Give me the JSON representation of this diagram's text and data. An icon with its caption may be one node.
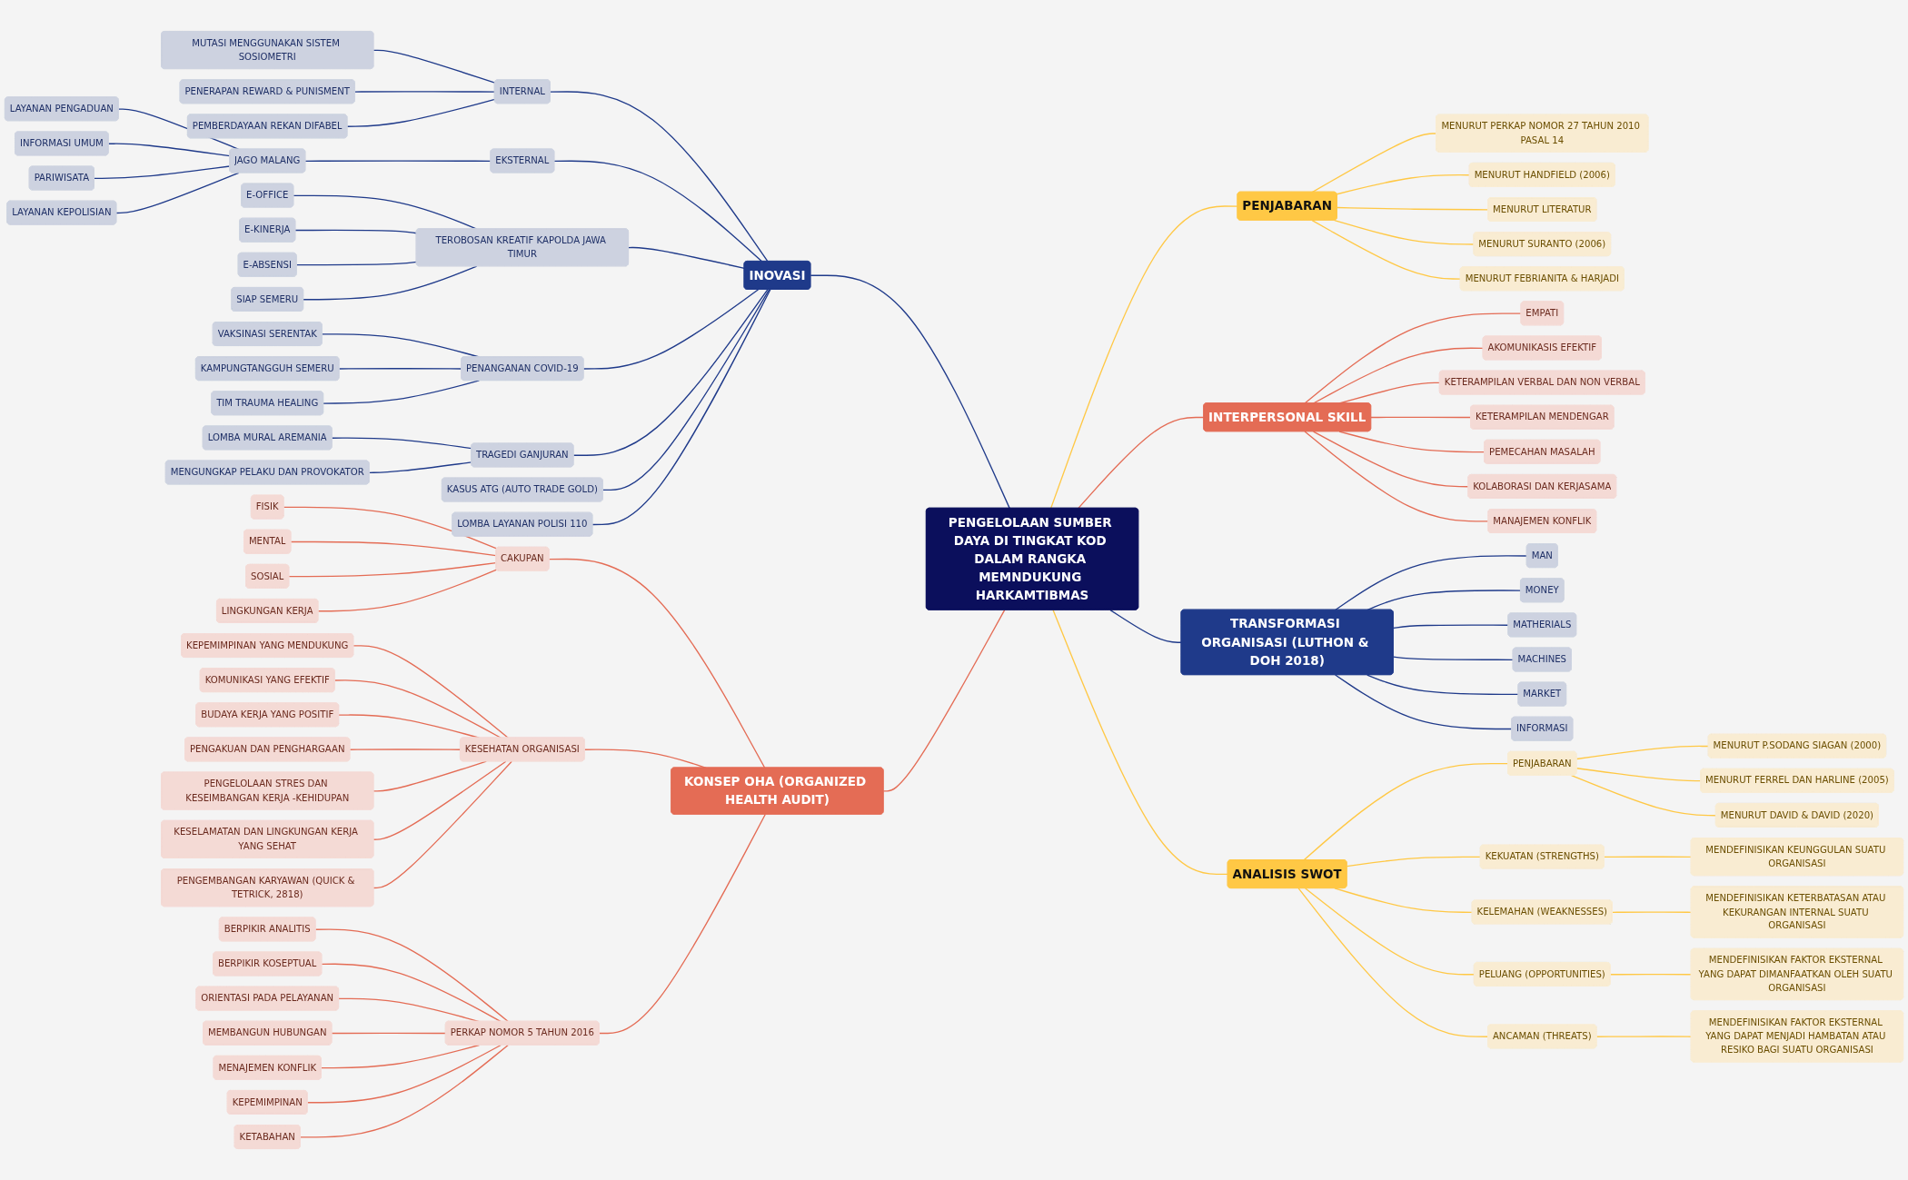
{
  "diagram": {
    "nodes": [
      {
        "text": [
          "PENGELOLAAN SUMBER DAYA DI TINGKAT KOD DALAM RANGKA MEMNDUKUNG HARKAMTIBMAS"
        ]
      },
      {
        "text": [
          "INOVASI"
        ]
      },
      {
        "text": [
          "INTERNAL"
        ]
      },
      {
        "text": [
          "MUTASI MENGGUNAKAN SISTEM SOSIOMETRI"
        ]
      },
      {
        "text": [
          "PENERAPAN REWARD & PUNISMENT"
        ]
      },
      {
        "text": [
          "PEMBERDAYAAN REKAN DIFABEL"
        ]
      },
      {
        "text": [
          "EKSTERNAL"
        ]
      },
      {
        "text": [
          "JAGO MALANG"
        ]
      },
      {
        "text": [
          "LAYANAN PENGADUAN"
        ]
      },
      {
        "text": [
          "INFORMASI UMUM"
        ]
      },
      {
        "text": [
          "PARIWISATA"
        ]
      },
      {
        "text": [
          "LAYANAN KEPOLISIAN"
        ]
      },
      {
        "text": [
          "TEROBOSAN KREATIF KAPOLDA JAWA TIMUR"
        ]
      },
      {
        "text": [
          "E-OFFICE"
        ]
      },
      {
        "text": [
          "E-KINERJA"
        ]
      },
      {
        "text": [
          "E-ABSENSI"
        ]
      },
      {
        "text": [
          "SIAP SEMERU"
        ]
      },
      {
        "text": [
          "PENANGANAN COVID-19"
        ]
      },
      {
        "text": [
          "VAKSINASI SERENTAK"
        ]
      },
      {
        "text": [
          "KAMPUNGTANGGUH SEMERU"
        ]
      },
      {
        "text": [
          "TIM TRAUMA HEALING"
        ]
      },
      {
        "text": [
          "TRAGEDI GANJURAN"
        ]
      },
      {
        "text": [
          "LOMBA MURAL AREMANIA"
        ]
      },
      {
        "text": [
          "MENGUNGKAP PELAKU DAN PROVOKATOR"
        ]
      },
      {
        "text": [
          "KASUS ATG (AUTO TRADE GOLD)"
        ]
      },
      {
        "text": [
          "LOMBA LAYANAN POLISI 110"
        ]
      },
      {
        "text": [
          "KONSEP OHA (ORGANIZED HEALTH AUDIT)"
        ]
      },
      {
        "text": [
          "CAKUPAN"
        ]
      },
      {
        "text": [
          "FISIK"
        ]
      },
      {
        "text": [
          "MENTAL"
        ]
      },
      {
        "text": [
          "SOSIAL"
        ]
      },
      {
        "text": [
          "LINGKUNGAN KERJA"
        ]
      },
      {
        "text": [
          "KESEHATAN ORGANISASI"
        ]
      },
      {
        "text": [
          "KEPEMIMPINAN YANG MENDUKUNG"
        ]
      },
      {
        "text": [
          "KOMUNIKASI YANG EFEKTIF"
        ]
      },
      {
        "text": [
          "BUDAYA KERJA YANG POSITIF"
        ]
      },
      {
        "text": [
          "PENGAKUAN DAN PENGHARGAAN"
        ]
      },
      {
        "text": [
          "PENGELOLAAN STRES DAN KESEIMBANGAN KERJA -KEHIDUPAN"
        ]
      },
      {
        "text": [
          "KESELAMATAN DAN LINGKUNGAN KERJA YANG SEHAT"
        ]
      },
      {
        "text": [
          "PENGEMBANGAN KARYAWAN (QUICK & TETRICK, 2818)"
        ]
      },
      {
        "text": [
          "PERKAP NOMOR 5 TAHUN 2016"
        ]
      },
      {
        "text": [
          "BERPIKIR ANALITIS"
        ]
      },
      {
        "text": [
          "BERPIKIR KOSEPTUAL"
        ]
      },
      {
        "text": [
          "ORIENTASI PADA PELAYANAN"
        ]
      },
      {
        "text": [
          "MEMBANGUN HUBUNGAN"
        ]
      },
      {
        "text": [
          "MENAJEMEN KONFLIK"
        ]
      },
      {
        "text": [
          "KEPEMIMPINAN"
        ]
      },
      {
        "text": [
          "KETABAHAN"
        ]
      },
      {
        "text": [
          "PENJABARAN"
        ]
      },
      {
        "text": [
          "MENURUT PERKAP NOMOR 27 TAHUN 2010 PASAL 14"
        ]
      },
      {
        "text": [
          "MENURUT HANDFIELD (2006)"
        ]
      },
      {
        "text": [
          "MENURUT LITERATUR"
        ]
      },
      {
        "text": [
          "MENURUT SURANTO (2006)"
        ]
      },
      {
        "text": [
          "MENURUT FEBRIANITA & HARJADI"
        ]
      },
      {
        "text": [
          "INTERPERSONAL SKILL"
        ]
      },
      {
        "text": [
          "EMPATI"
        ]
      },
      {
        "text": [
          "AKOMUNIKASIS EFEKTIF"
        ]
      },
      {
        "text": [
          "KETERAMPILAN VERBAL DAN NON VERBAL"
        ]
      },
      {
        "text": [
          "KETERAMPILAN MENDENGAR"
        ]
      },
      {
        "text": [
          "PEMECAHAN MASALAH"
        ]
      },
      {
        "text": [
          "KOLABORASI DAN KERJASAMA"
        ]
      },
      {
        "text": [
          "MANAJEMEN KONFLIK"
        ]
      },
      {
        "text": [
          "TRANSFORMASI ORGANISASI (LUTHON & DOH 2018)"
        ]
      },
      {
        "text": [
          "MAN"
        ]
      },
      {
        "text": [
          "MONEY"
        ]
      },
      {
        "text": [
          "MATHERIALS"
        ]
      },
      {
        "text": [
          "MACHINES"
        ]
      },
      {
        "text": [
          "MARKET"
        ]
      },
      {
        "text": [
          "INFORMASI"
        ]
      },
      {
        "text": [
          "ANALISIS SWOT"
        ]
      },
      {
        "text": [
          "PENJABARAN"
        ]
      },
      {
        "text": [
          "MENURUT P.SODANG SIAGAN (2000)"
        ]
      },
      {
        "text": [
          "MENURUT FERREL DAN HARLINE (2005)"
        ]
      },
      {
        "text": [
          "MENURUT DAVID & DAVID (2020)"
        ]
      },
      {
        "text": [
          "KEKUATAN (STRENGTHS)"
        ]
      },
      {
        "text": [
          "MENDEFINISIKAN KEUNGGULAN SUATU ORGANISASI"
        ]
      },
      {
        "text": [
          "KELEMAHAN (WEAKNESSES)"
        ]
      },
      {
        "text": [
          "MENDEFINISIKAN KETERBATASAN ATAU KEKURANGAN INTERNAL SUATU ORGANISASI"
        ]
      },
      {
        "text": [
          "PELUANG (OPPORTUNITIES)"
        ]
      },
      {
        "text": [
          "MENDEFINISIKAN FAKTOR EKSTERNAL YANG DAPAT DIMANFAATKAN OLEH SUATU ORGANISASI"
        ]
      },
      {
        "text": [
          "ANCAMAN (THREATS)"
        ]
      },
      {
        "text": [
          "MENDEFINISIKAN FAKTOR EKSTERNAL YANG DAPAT MENJADI HAMBATAN ATAU RESIKO BAGI SUATU ORGANISASI"
        ]
      }
    ],
    "edges": [
      {
        "from": 0,
        "to": 1,
        "arrow": "none"
      },
      {
        "from": 1,
        "to": 2,
        "arrow": "none"
      },
      {
        "from": 2,
        "to": 3,
        "arrow": "none"
      },
      {
        "from": 2,
        "to": 4,
        "arrow": "none"
      },
      {
        "from": 2,
        "to": 5,
        "arrow": "none"
      },
      {
        "from": 1,
        "to": 6,
        "arrow": "none"
      },
      {
        "from": 6,
        "to": 7,
        "arrow": "none"
      },
      {
        "from": 7,
        "to": 8,
        "arrow": "none"
      },
      {
        "from": 7,
        "to": 9,
        "arrow": "none"
      },
      {
        "from": 7,
        "to": 10,
        "arrow": "none"
      },
      {
        "from": 7,
        "to": 11,
        "arrow": "none"
      },
      {
        "from": 1,
        "to": 12,
        "arrow": "none"
      },
      {
        "from": 12,
        "to": 13,
        "arrow": "none"
      },
      {
        "from": 12,
        "to": 14,
        "arrow": "none"
      },
      {
        "from": 12,
        "to": 15,
        "arrow": "none"
      },
      {
        "from": 12,
        "to": 16,
        "arrow": "none"
      },
      {
        "from": 1,
        "to": 17,
        "arrow": "none"
      },
      {
        "from": 17,
        "to": 18,
        "arrow": "none"
      },
      {
        "from": 17,
        "to": 19,
        "arrow": "none"
      },
      {
        "from": 17,
        "to": 20,
        "arrow": "none"
      },
      {
        "from": 1,
        "to": 21,
        "arrow": "none"
      },
      {
        "from": 21,
        "to": 22,
        "arrow": "none"
      },
      {
        "from": 21,
        "to": 23,
        "arrow": "none"
      },
      {
        "from": 1,
        "to": 24,
        "arrow": "none"
      },
      {
        "from": 1,
        "to": 25,
        "arrow": "none"
      },
      {
        "from": 0,
        "to": 26,
        "arrow": "none",
        "color": "#e46c55"
      },
      {
        "from": 26,
        "to": 27,
        "arrow": "none",
        "color": "#e46c55"
      },
      {
        "from": 27,
        "to": 28,
        "arrow": "none",
        "color": "#e46c55"
      },
      {
        "from": 27,
        "to": 29,
        "arrow": "none",
        "color": "#e46c55"
      },
      {
        "from": 27,
        "to": 30,
        "arrow": "none",
        "color": "#e46c55"
      },
      {
        "from": 27,
        "to": 31,
        "arrow": "none",
        "color": "#e46c55"
      },
      {
        "from": 26,
        "to": 32,
        "arrow": "none",
        "color": "#e46c55"
      },
      {
        "from": 32,
        "to": 33,
        "arrow": "none",
        "color": "#e46c55"
      },
      {
        "from": 32,
        "to": 34,
        "arrow": "none",
        "color": "#e46c55"
      },
      {
        "from": 32,
        "to": 35,
        "arrow": "none",
        "color": "#e46c55"
      },
      {
        "from": 32,
        "to": 36,
        "arrow": "none",
        "color": "#e46c55"
      },
      {
        "from": 32,
        "to": 37,
        "arrow": "none",
        "color": "#e46c55"
      },
      {
        "from": 32,
        "to": 38,
        "arrow": "none",
        "color": "#e46c55"
      },
      {
        "from": 32,
        "to": 39,
        "arrow": "none",
        "color": "#e46c55"
      },
      {
        "from": 26,
        "to": 40,
        "arrow": "none",
        "color": "#e46c55"
      },
      {
        "from": 40,
        "to": 41,
        "arrow": "none",
        "color": "#e46c55"
      },
      {
        "from": 40,
        "to": 42,
        "arrow": "none",
        "color": "#e46c55"
      },
      {
        "from": 40,
        "to": 43,
        "arrow": "none",
        "color": "#e46c55"
      },
      {
        "from": 40,
        "to": 44,
        "arrow": "none",
        "color": "#e46c55"
      },
      {
        "from": 40,
        "to": 45,
        "arrow": "none",
        "color": "#e46c55"
      },
      {
        "from": 40,
        "to": 46,
        "arrow": "none",
        "color": "#e46c55"
      },
      {
        "from": 40,
        "to": 47,
        "arrow": "none",
        "color": "#e46c55"
      },
      {
        "from": 0,
        "to": 48,
        "arrow": "none",
        "color": "#ffc845"
      },
      {
        "from": 48,
        "to": 49,
        "arrow": "none",
        "color": "#ffc845"
      },
      {
        "from": 48,
        "to": 50,
        "arrow": "none",
        "color": "#ffc845"
      },
      {
        "from": 48,
        "to": 51,
        "arrow": "none",
        "color": "#ffc845"
      },
      {
        "from": 48,
        "to": 52,
        "arrow": "none",
        "color": "#ffc845"
      },
      {
        "from": 48,
        "to": 53,
        "arrow": "none",
        "color": "#ffc845"
      },
      {
        "from": 0,
        "to": 54,
        "arrow": "none",
        "color": "#e46c55"
      },
      {
        "from": 54,
        "to": 55,
        "arrow": "none",
        "color": "#e46c55"
      },
      {
        "from": 54,
        "to": 56,
        "arrow": "none",
        "color": "#e46c55"
      },
      {
        "from": 54,
        "to": 57,
        "arrow": "none",
        "color": "#e46c55"
      },
      {
        "from": 54,
        "to": 58,
        "arrow": "none",
        "color": "#e46c55"
      },
      {
        "from": 54,
        "to": 59,
        "arrow": "none",
        "color": "#e46c55"
      },
      {
        "from": 54,
        "to": 60,
        "arrow": "none",
        "color": "#e46c55"
      },
      {
        "from": 54,
        "to": 61,
        "arrow": "none",
        "color": "#e46c55"
      },
      {
        "from": 0,
        "to": 62,
        "arrow": "none"
      },
      {
        "from": 62,
        "to": 63,
        "arrow": "none"
      },
      {
        "from": 62,
        "to": 64,
        "arrow": "none"
      },
      {
        "from": 62,
        "to": 65,
        "arrow": "none"
      },
      {
        "from": 62,
        "to": 66,
        "arrow": "none"
      },
      {
        "from": 62,
        "to": 67,
        "arrow": "none"
      },
      {
        "from": 62,
        "to": 68,
        "arrow": "none"
      },
      {
        "from": 0,
        "to": 69,
        "arrow": "none",
        "color": "#ffc845"
      },
      {
        "from": 69,
        "to": 70,
        "arrow": "none",
        "color": "#ffc845"
      },
      {
        "from": 70,
        "to": 71,
        "arrow": "none",
        "color": "#ffc845"
      },
      {
        "from": 70,
        "to": 72,
        "arrow": "none",
        "color": "#ffc845"
      },
      {
        "from": 70,
        "to": 73,
        "arrow": "none",
        "color": "#ffc845"
      },
      {
        "from": 69,
        "to": 74,
        "arrow": "none",
        "color": "#ffc845"
      },
      {
        "from": 74,
        "to": 75,
        "arrow": "none",
        "color": "#ffc845"
      },
      {
        "from": 69,
        "to": 76,
        "arrow": "none",
        "color": "#ffc845"
      },
      {
        "from": 76,
        "to": 77,
        "arrow": "none",
        "color": "#ffc845"
      },
      {
        "from": 69,
        "to": 78,
        "arrow": "none",
        "color": "#ffc845"
      },
      {
        "from": 78,
        "to": 79,
        "arrow": "none",
        "color": "#ffc845"
      },
      {
        "from": 69,
        "to": 80,
        "arrow": "none",
        "color": "#ffc845"
      },
      {
        "from": 80,
        "to": 81,
        "arrow": "none",
        "color": "#ffc845"
      }
    ]
  }
}
